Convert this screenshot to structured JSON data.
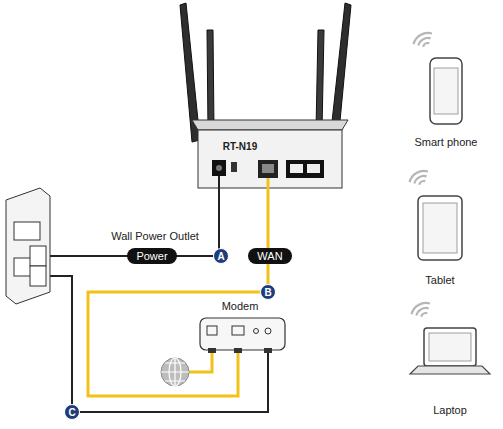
{
  "diagram": {
    "nodes": [
      {
        "text": [
          "Power"
        ]
      },
      {
        "text": [
          "A"
        ]
      },
      {
        "text": [
          "WAN"
        ]
      },
      {
        "text": [
          "B"
        ]
      },
      {
        "text": [
          "C"
        ]
      }
    ],
    "labels": [
      "RT-N19",
      "Wall Power Outlet",
      "Modem",
      "Smart phone",
      "Tablet",
      "Laptop"
    ]
  }
}
